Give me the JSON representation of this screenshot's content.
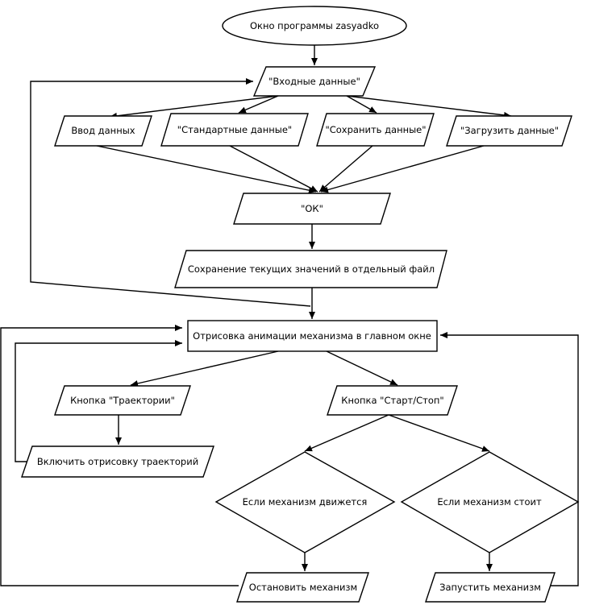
{
  "nodes": {
    "start": "Окно программы zasyadko",
    "input_data": "\"Входные данные\"",
    "enter_data": "Ввод данных",
    "standard_data": "\"Стандартные данные\"",
    "save_data": "\"Сохранить данные\"",
    "load_data": "\"Загрузить данные\"",
    "ok": "\"ОК\"",
    "save_current": "Сохранение текущих значений в отдельный файл",
    "render_animation": "Отрисовка анимации механизма в главном окне",
    "trajectory_button": "Кнопка \"Траектории\"",
    "start_stop_button": "Кнопка \"Старт/Стоп\"",
    "enable_trajectory": "Включить отрисовку траекторий",
    "if_moving": "Если механизм движется",
    "if_stopped": "Если механизм стоит",
    "stop_mechanism": "Остановить механизм",
    "start_mechanism": "Запустить механизм"
  }
}
